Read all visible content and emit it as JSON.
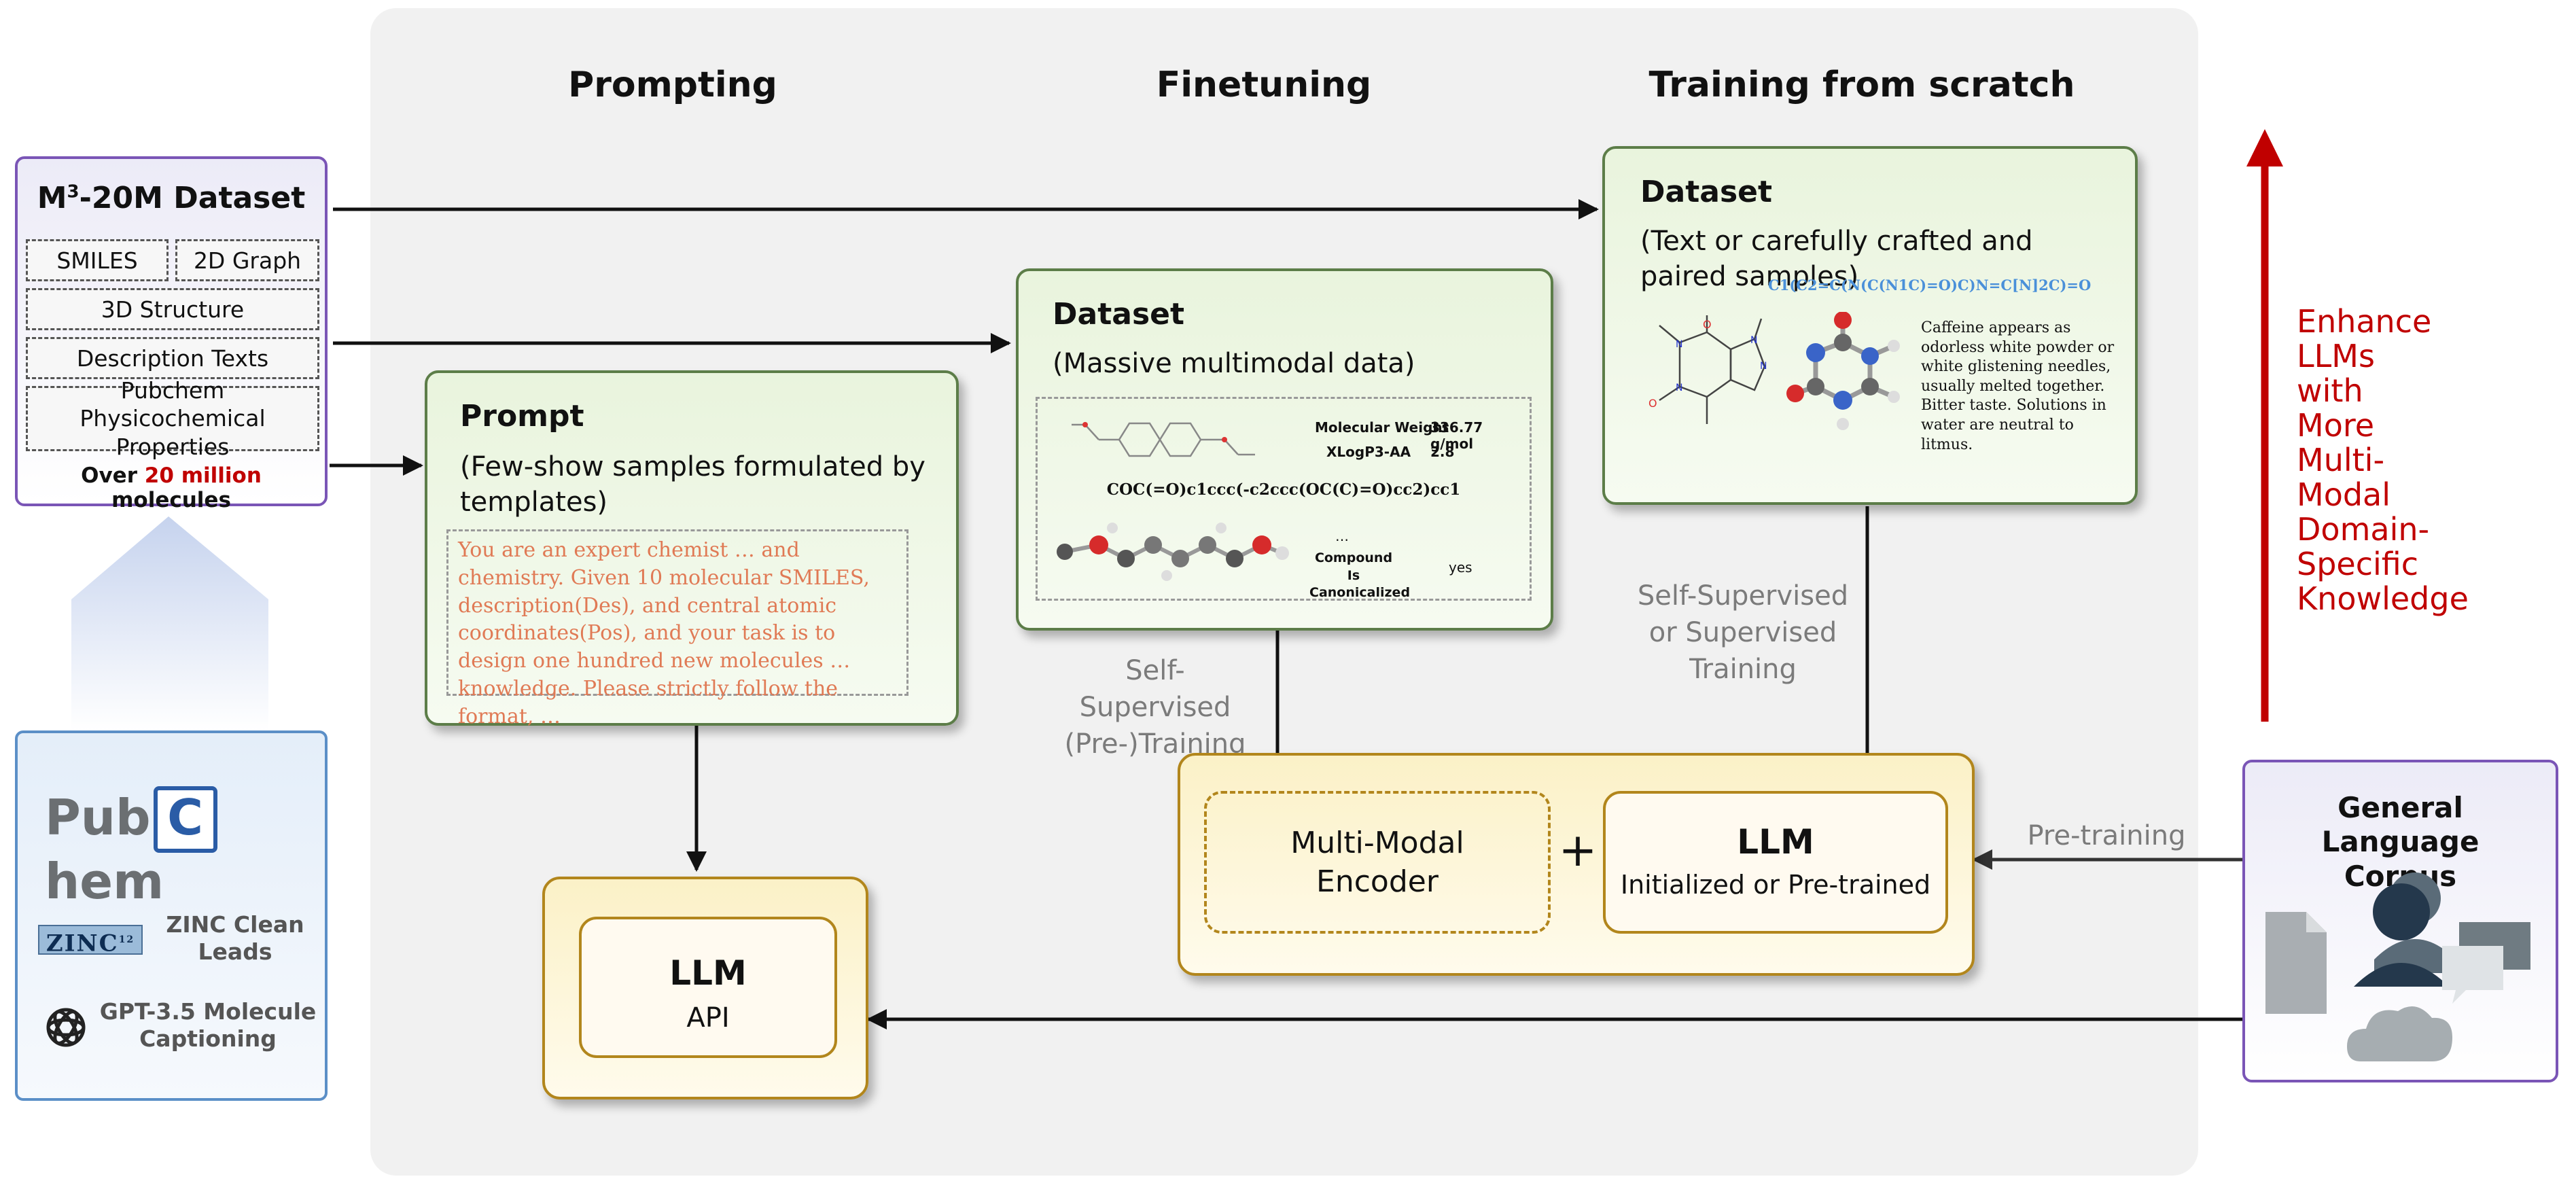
{
  "columns": {
    "prompting": "Prompting",
    "finetuning": "Finetuning",
    "training": "Training from scratch"
  },
  "m3_dataset": {
    "title_prefix": "M",
    "title_sup": "3",
    "title_suffix": "-20M Dataset",
    "items": [
      "SMILES",
      "2D Graph",
      "3D Structure",
      "Description Texts",
      "Pubchem Physicochemical Properties"
    ],
    "footer_prefix": "Over ",
    "footer_highlight": "20 million",
    "footer_suffix": " molecules"
  },
  "sources": {
    "pubchem_left": "Pub",
    "pubchem_c": "C",
    "pubchem_right": "hem",
    "zinc_logo": "ZINC",
    "zinc_logo_sup": "12",
    "zinc_label": "ZINC Clean Leads",
    "gpt_label": "GPT-3.5 Molecule Captioning"
  },
  "prompt_box": {
    "title": "Prompt",
    "subtitle": "(Few-show samples formulated by templates)",
    "text": "You are an expert chemist … and chemistry. Given 10 molecular SMILES, description(Des), and central atomic coordinates(Pos), and  your task is to design one hundred new molecules … knowledge. Please strictly follow the format, …"
  },
  "llm_api": {
    "title": "LLM",
    "subtitle": "API"
  },
  "finetune_dataset": {
    "title": "Dataset",
    "subtitle": "(Massive multimodal data)",
    "props": [
      {
        "label": "Molecular Weight",
        "value": "336.77 g/mol"
      },
      {
        "label": "XLogP3-AA",
        "value": "2.8"
      }
    ],
    "smiles": "COC(=O)c1ccc(-c2ccc(OC(C)=O)cc2)cc1",
    "ellipsis": "…",
    "canon_label": "Compound Is Canonicalized",
    "canon_value": "yes"
  },
  "scratch_dataset": {
    "title": "Dataset",
    "subtitle": "(Text or carefully crafted and paired samples)",
    "smiles": "C1(C2=C(N(C(N1C)=O)C)N=C[N]2C)=O",
    "description": "Caffeine appears as odorless white powder or white glistening needles, usually melted together. Bitter taste. Solutions in water are neutral to litmus."
  },
  "labels": {
    "self_pre": "Self-Supervised (Pre-)Training",
    "self_sup": "Self-Supervised or Supervised Training",
    "pretraining": "Pre-training"
  },
  "encoder_box": {
    "encoder": "Multi-Modal Encoder",
    "plus": "+",
    "llm_title": "LLM",
    "llm_sub": "Initialized or Pre-trained"
  },
  "enhance_text": [
    "Enhance",
    "LLMs",
    "with",
    "More",
    "Multi-Modal",
    "Domain-",
    "Specific",
    "Knowledge"
  ],
  "general_corpus": {
    "title": "General Language Corpus"
  },
  "colors": {
    "red": "#c00000",
    "green_border": "#5c7d48",
    "yellow_border": "#b2861c",
    "purple_border": "#7a55b6",
    "blue_border": "#5b8fc7",
    "smiles_blue": "#4a90d9"
  }
}
